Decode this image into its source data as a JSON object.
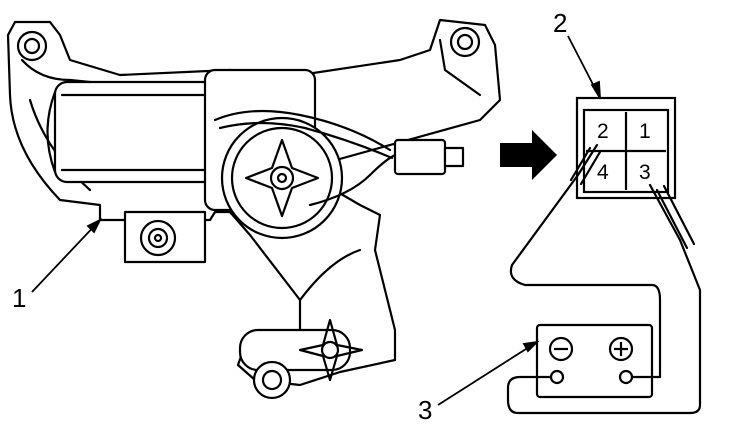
{
  "callouts": {
    "motor": "1",
    "connector": "2",
    "battery": "3"
  },
  "connector_pins": {
    "top_left": "2",
    "top_right": "1",
    "bottom_left": "4",
    "bottom_right": "3"
  },
  "colors": {
    "line": "#000000",
    "background": "#ffffff"
  }
}
